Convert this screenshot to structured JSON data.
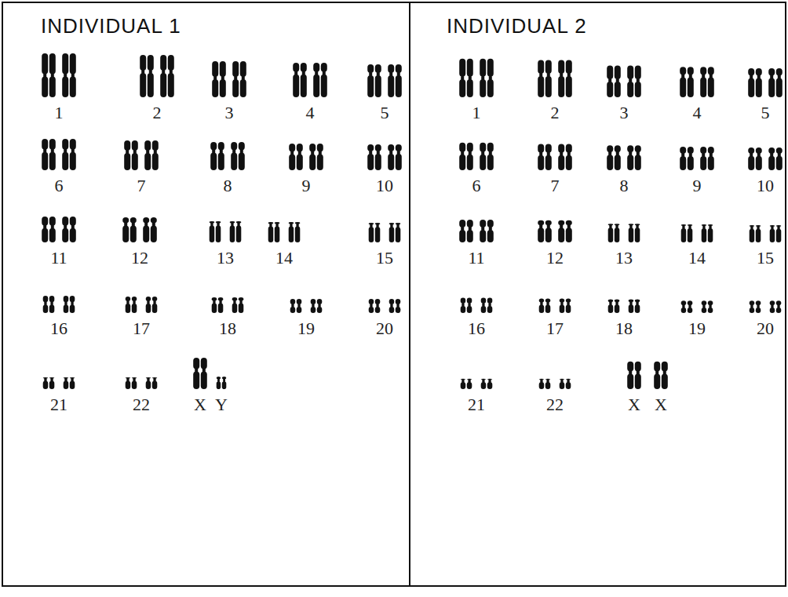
{
  "diagram": {
    "nodes": [
      {
        "text": [
          "INDIVIDUAL 1"
        ]
      },
      {
        "text": [
          "INDIVIDUAL 2"
        ]
      }
    ],
    "labels": [
      "1",
      "2",
      "3",
      "4",
      "5",
      "6",
      "7",
      "8",
      "9",
      "10",
      "11",
      "12",
      "13",
      "14",
      "15",
      "16",
      "17",
      "18",
      "19",
      "20",
      "21",
      "22",
      "X",
      "Y",
      "1",
      "2",
      "3",
      "4",
      "5",
      "6",
      "7",
      "8",
      "9",
      "10",
      "11",
      "12",
      "13",
      "14",
      "15",
      "16",
      "17",
      "18",
      "19",
      "20",
      "21",
      "22",
      "X",
      "X"
    ]
  }
}
